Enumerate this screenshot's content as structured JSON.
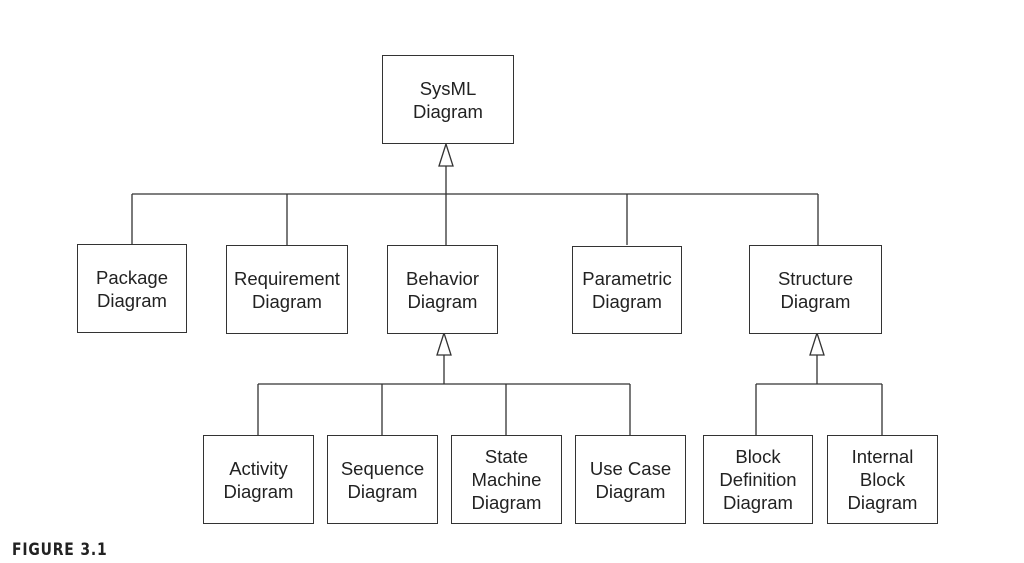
{
  "diagram": {
    "root": "SysML\nDiagram",
    "level1": {
      "package": "Package\nDiagram",
      "requirement": "Requirement\nDiagram",
      "behavior": "Behavior\nDiagram",
      "parametric": "Parametric\nDiagram",
      "structure": "Structure\nDiagram"
    },
    "behavior_children": {
      "activity": "Activity\nDiagram",
      "sequence": "Sequence\nDiagram",
      "state_machine": "State\nMachine\nDiagram",
      "use_case": "Use Case\nDiagram"
    },
    "structure_children": {
      "block_definition": "Block\nDefinition\nDiagram",
      "internal_block": "Internal\nBlock\nDiagram"
    }
  },
  "caption": "FIGURE 3.1"
}
